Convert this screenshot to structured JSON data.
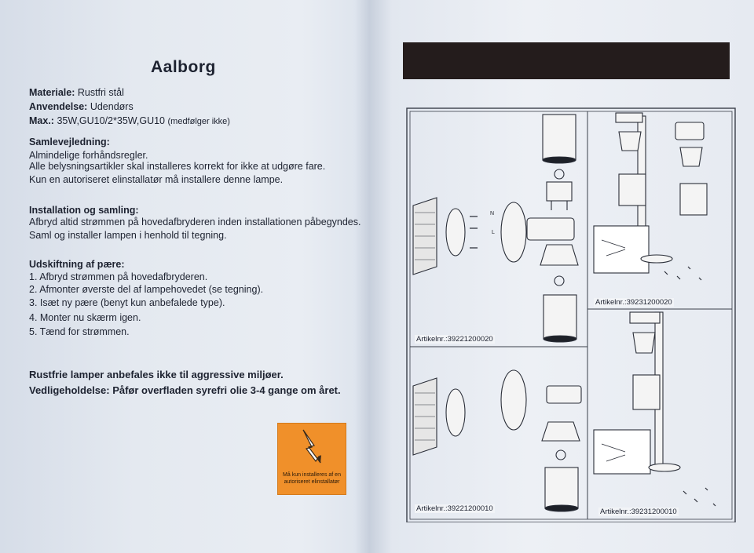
{
  "title": "Aalborg",
  "materiale": {
    "label": "Materiale:",
    "value": "Rustfri stål"
  },
  "anvendelse": {
    "label": "Anvendelse:",
    "value": "Udendørs"
  },
  "max": {
    "label": "Max.:",
    "value": "35W,GU10/2*35W,GU10",
    "note": "(medfølger ikke)"
  },
  "samlevejledning": {
    "heading": "Samlevejledning:",
    "lines": [
      "Almindelige forhåndsregler.",
      "Alle belysningsartikler skal installeres korrekt for ikke at udgøre fare.",
      "Kun en autoriseret elinstallatør må installere denne lampe."
    ]
  },
  "installation": {
    "heading": "Installation og samling:",
    "lines": [
      "Afbryd altid strømmen på hovedafbryderen inden installationen påbegyndes.",
      "Saml og installer lampen i henhold til tegning."
    ]
  },
  "udskiftning": {
    "heading": "Udskiftning af pære:",
    "steps": [
      "1. Afbryd strømmen på hovedafbryderen.",
      "2. Afmonter øverste del af lampehovedet (se tegning).",
      "3. Isæt ny pære (benyt kun anbefalede type).",
      "4. Monter nu skærm igen.",
      "5. Tænd for strømmen."
    ]
  },
  "notes": [
    "Rustfrie lamper anbefales ikke til aggressive miljøer.",
    "Vedligeholdelse: Påfør overfladen syrefri olie 3-4 gange om året."
  ],
  "warning": {
    "text": "Må kun installeres af en autoriseret elinstallatør",
    "icon": "lightning-bolt-icon",
    "color": "#f0902a"
  },
  "diagram": {
    "articles": [
      "Artikelnr.:39221200020",
      "Artikelnr.:39231200020",
      "Artikelnr.:39221200010",
      "Artikelnr.:39231200010"
    ],
    "wire_labels": [
      "N",
      "L"
    ]
  }
}
